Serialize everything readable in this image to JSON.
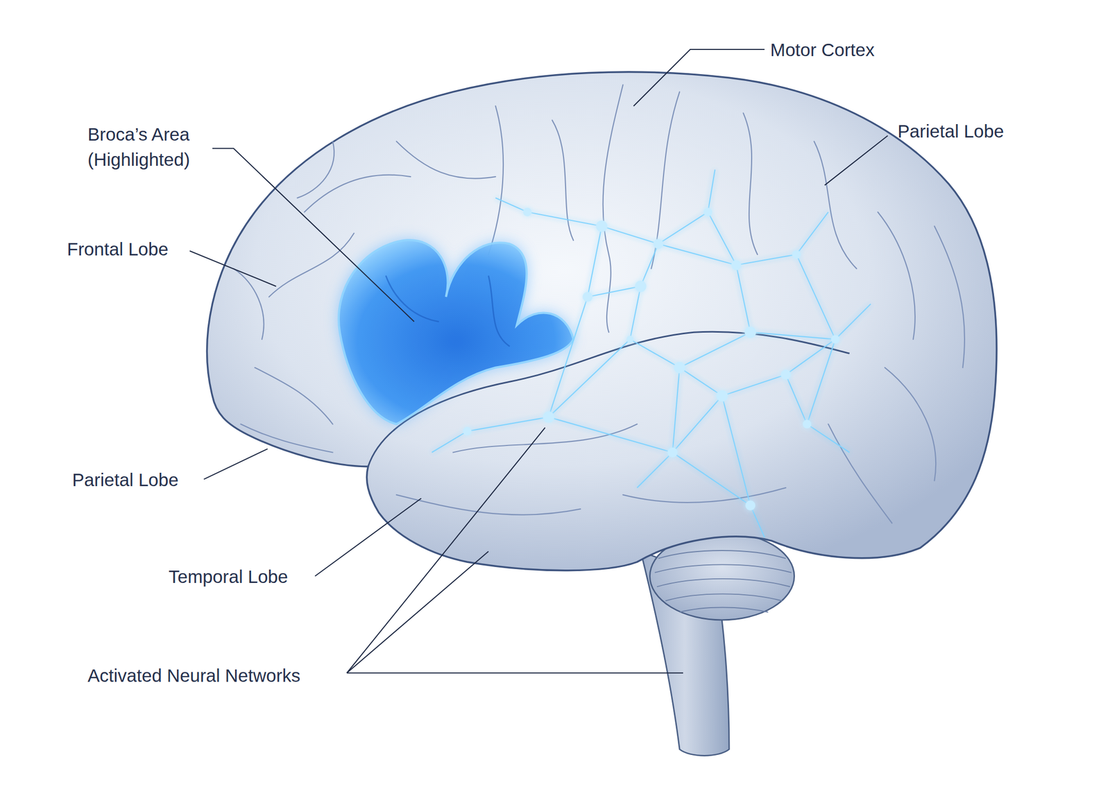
{
  "diagram": {
    "labels": [
      "Motor Cortex",
      "Broca’s Area (Highlighted)",
      "Parietal Lobe",
      "Frontal Lobe",
      "Parietal Lobe",
      "Temporal Lobe",
      "Activated Neural Networks"
    ]
  }
}
